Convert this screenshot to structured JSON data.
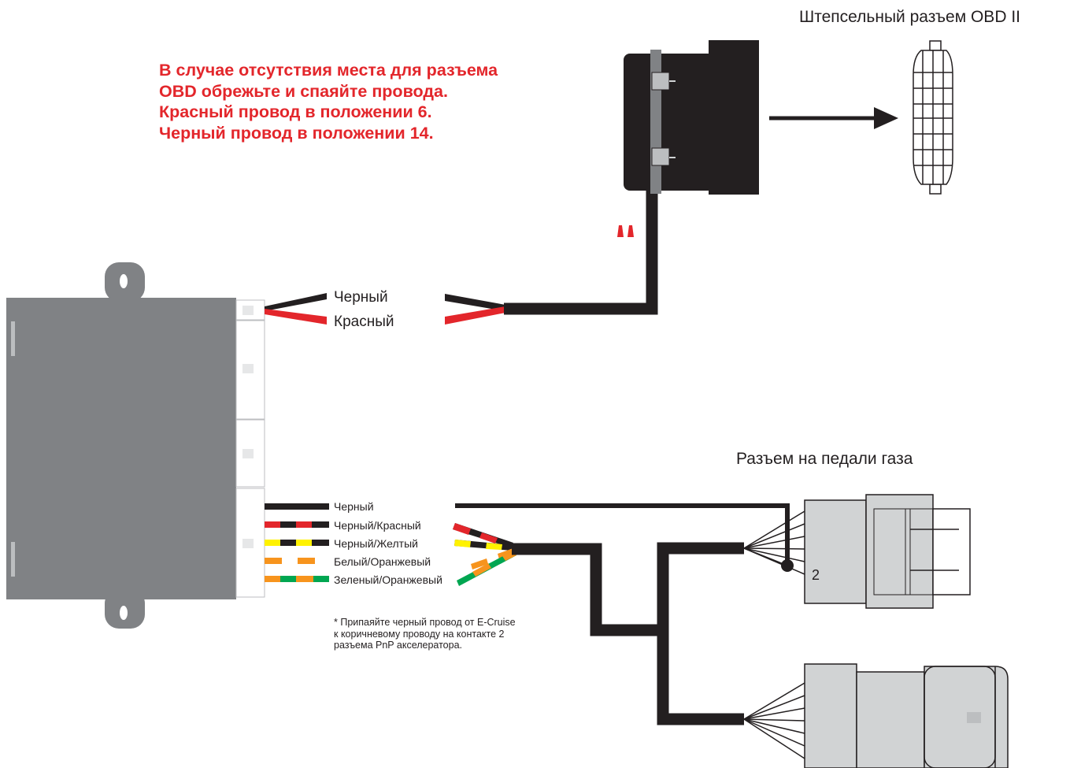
{
  "title_obd_plug": "Штепсельный разъем OBD II",
  "title_pedal_connector": "Разъем на педали газа",
  "warning_note": [
    "В случае отсутствия места для разъема",
    "OBD обрежьте и спаяйте провода.",
    "Красный провод в положении 6.",
    "Черный провод в положении 14."
  ],
  "obd_wires": {
    "black": "Черный",
    "red": "Красный"
  },
  "pedal_wires": [
    "Черный",
    "Черный/Красный",
    "Черный/Желтый",
    "Белый/Оранжевый",
    "Зеленый/Оранжевый"
  ],
  "pin_label": "2",
  "footnote": [
    "* Припаяйте черный провод от E-Cruise",
    "к коричневому проводу на контакте 2",
    "разъема PnP акселератора."
  ],
  "colors": {
    "wire_black": "#231f20",
    "wire_red": "#e3262b",
    "wire_yellow": "#fff200",
    "wire_orange": "#f7941d",
    "wire_green": "#00a651",
    "module_gray": "#808285",
    "connector_light": "#d1d3d4",
    "note_red": "#e3262b"
  }
}
